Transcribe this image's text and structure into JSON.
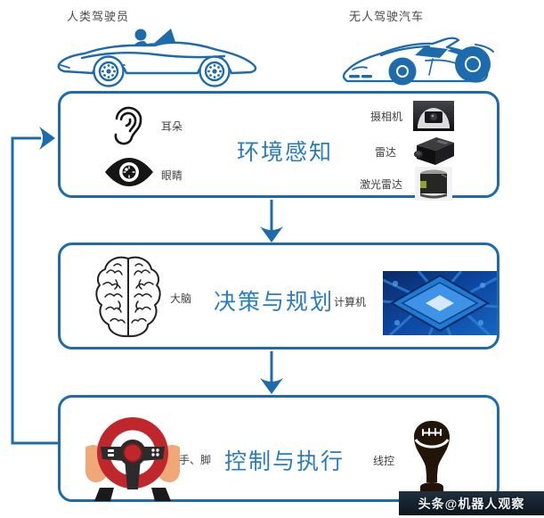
{
  "colors": {
    "accent": "#1d6bad",
    "title": "#2a7cc0",
    "label": "#3f3f3f",
    "wheel_red": "#c0272d",
    "hand_skin": "#f0a878",
    "watermark_bg": "#16222e"
  },
  "header": {
    "human_label": "人类驾驶员",
    "machine_label": "无人驾驶汽车"
  },
  "stages": [
    {
      "title": "环境感知",
      "human_items": [
        {
          "label": "耳朵",
          "icon": "ear-icon"
        },
        {
          "label": "眼睛",
          "icon": "eye-icon"
        }
      ],
      "machine_items": [
        {
          "label": "摄相机",
          "icon": "camera-photo"
        },
        {
          "label": "雷达",
          "icon": "radar-photo"
        },
        {
          "label": "激光雷达",
          "icon": "lidar-photo"
        }
      ]
    },
    {
      "title": "决策与规划",
      "human_items": [
        {
          "label": "大脑",
          "icon": "brain-icon"
        }
      ],
      "machine_items": [
        {
          "label": "计算机",
          "icon": "cpu-photo"
        }
      ]
    },
    {
      "title": "控制与执行",
      "human_items": [
        {
          "label": "手、脚",
          "icon": "steering-wheel-icon"
        }
      ],
      "machine_items": [
        {
          "label": "线控",
          "icon": "gear-shifter-icon"
        }
      ]
    }
  ],
  "watermark": "头条@机器人观察"
}
